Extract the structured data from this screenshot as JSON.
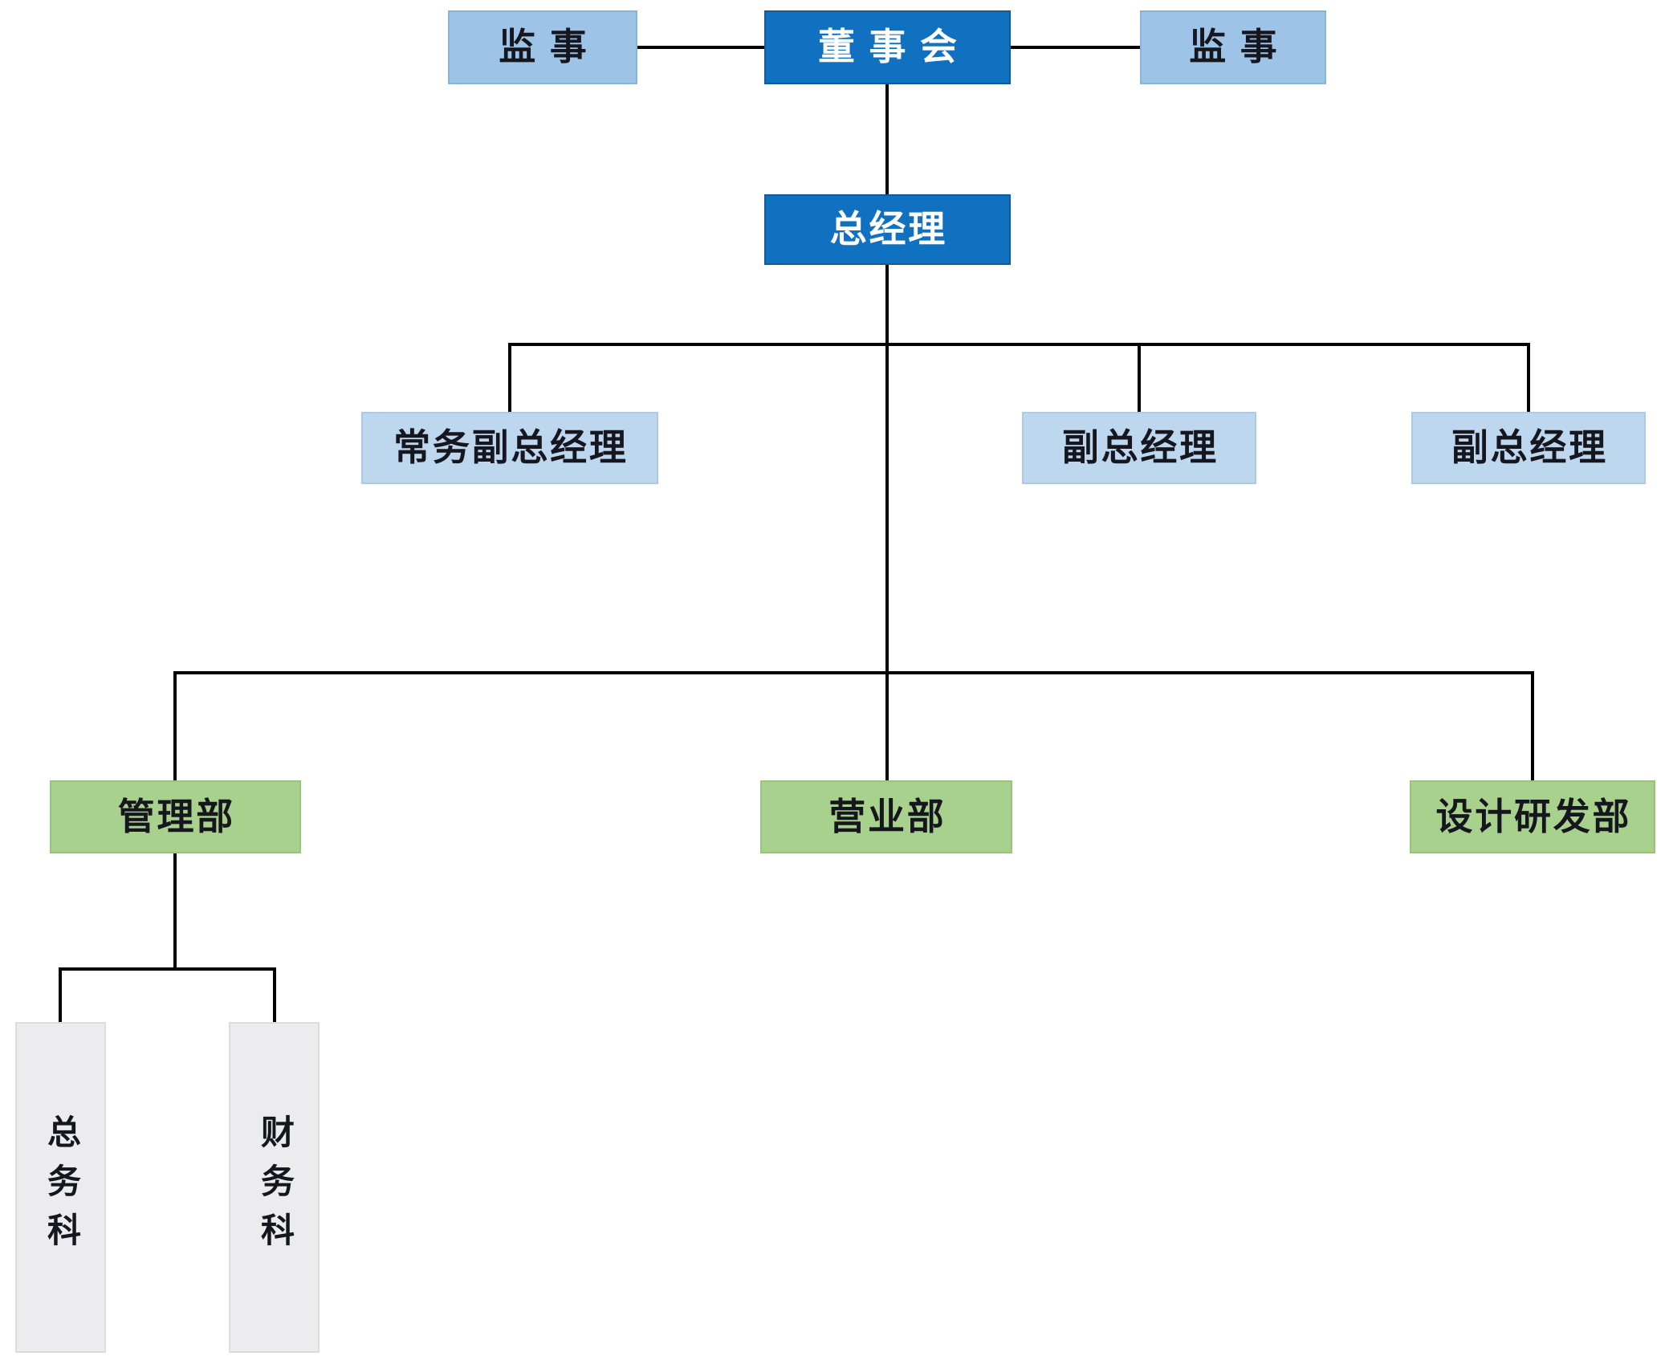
{
  "nodes": {
    "supervisor_left": {
      "label": "监事",
      "fill": "#9DC3E6",
      "level": 1
    },
    "board": {
      "label": "董事会",
      "fill": "#1171C1",
      "level": 1
    },
    "supervisor_right": {
      "label": "监事",
      "fill": "#9DC3E6",
      "level": 1
    },
    "general_manager": {
      "label": "总经理",
      "fill": "#1171C1",
      "level": 2
    },
    "executive_deputy_gm": {
      "label": "常务副总经理",
      "fill": "#BDD7EE",
      "level": 3
    },
    "deputy_gm_1": {
      "label": "副总经理",
      "fill": "#BDD7EE",
      "level": 3
    },
    "deputy_gm_2": {
      "label": "副总经理",
      "fill": "#BDD7EE",
      "level": 3
    },
    "management_dept": {
      "label": "管理部",
      "fill": "#A9D18E",
      "level": 4
    },
    "sales_dept": {
      "label": "营业部",
      "fill": "#A9D18E",
      "level": 4
    },
    "design_rd_dept": {
      "label": "设计研发部",
      "fill": "#A9D18E",
      "level": 4
    },
    "general_affairs_section": {
      "label": "总务科",
      "fill": "#ECECEE",
      "level": 5
    },
    "finance_section": {
      "label": "财务科",
      "fill": "#ECECEE",
      "level": 5
    }
  },
  "edges": [
    {
      "from": "board",
      "to": "supervisor_left"
    },
    {
      "from": "board",
      "to": "supervisor_right"
    },
    {
      "from": "board",
      "to": "general_manager"
    },
    {
      "from": "general_manager",
      "to": "executive_deputy_gm"
    },
    {
      "from": "general_manager",
      "to": "deputy_gm_1"
    },
    {
      "from": "general_manager",
      "to": "deputy_gm_2"
    },
    {
      "from": "general_manager",
      "to": "management_dept"
    },
    {
      "from": "general_manager",
      "to": "sales_dept"
    },
    {
      "from": "general_manager",
      "to": "design_rd_dept"
    },
    {
      "from": "management_dept",
      "to": "general_affairs_section"
    },
    {
      "from": "management_dept",
      "to": "finance_section"
    }
  ],
  "colors": {
    "dark_blue": "#1171C1",
    "light_blue": "#9DC3E6",
    "pale_blue": "#BDD7EE",
    "green": "#A9D18E",
    "gray": "#ECECEE",
    "connector": "#000000",
    "text_dark": "#16161e",
    "text_light": "#ffffff"
  }
}
